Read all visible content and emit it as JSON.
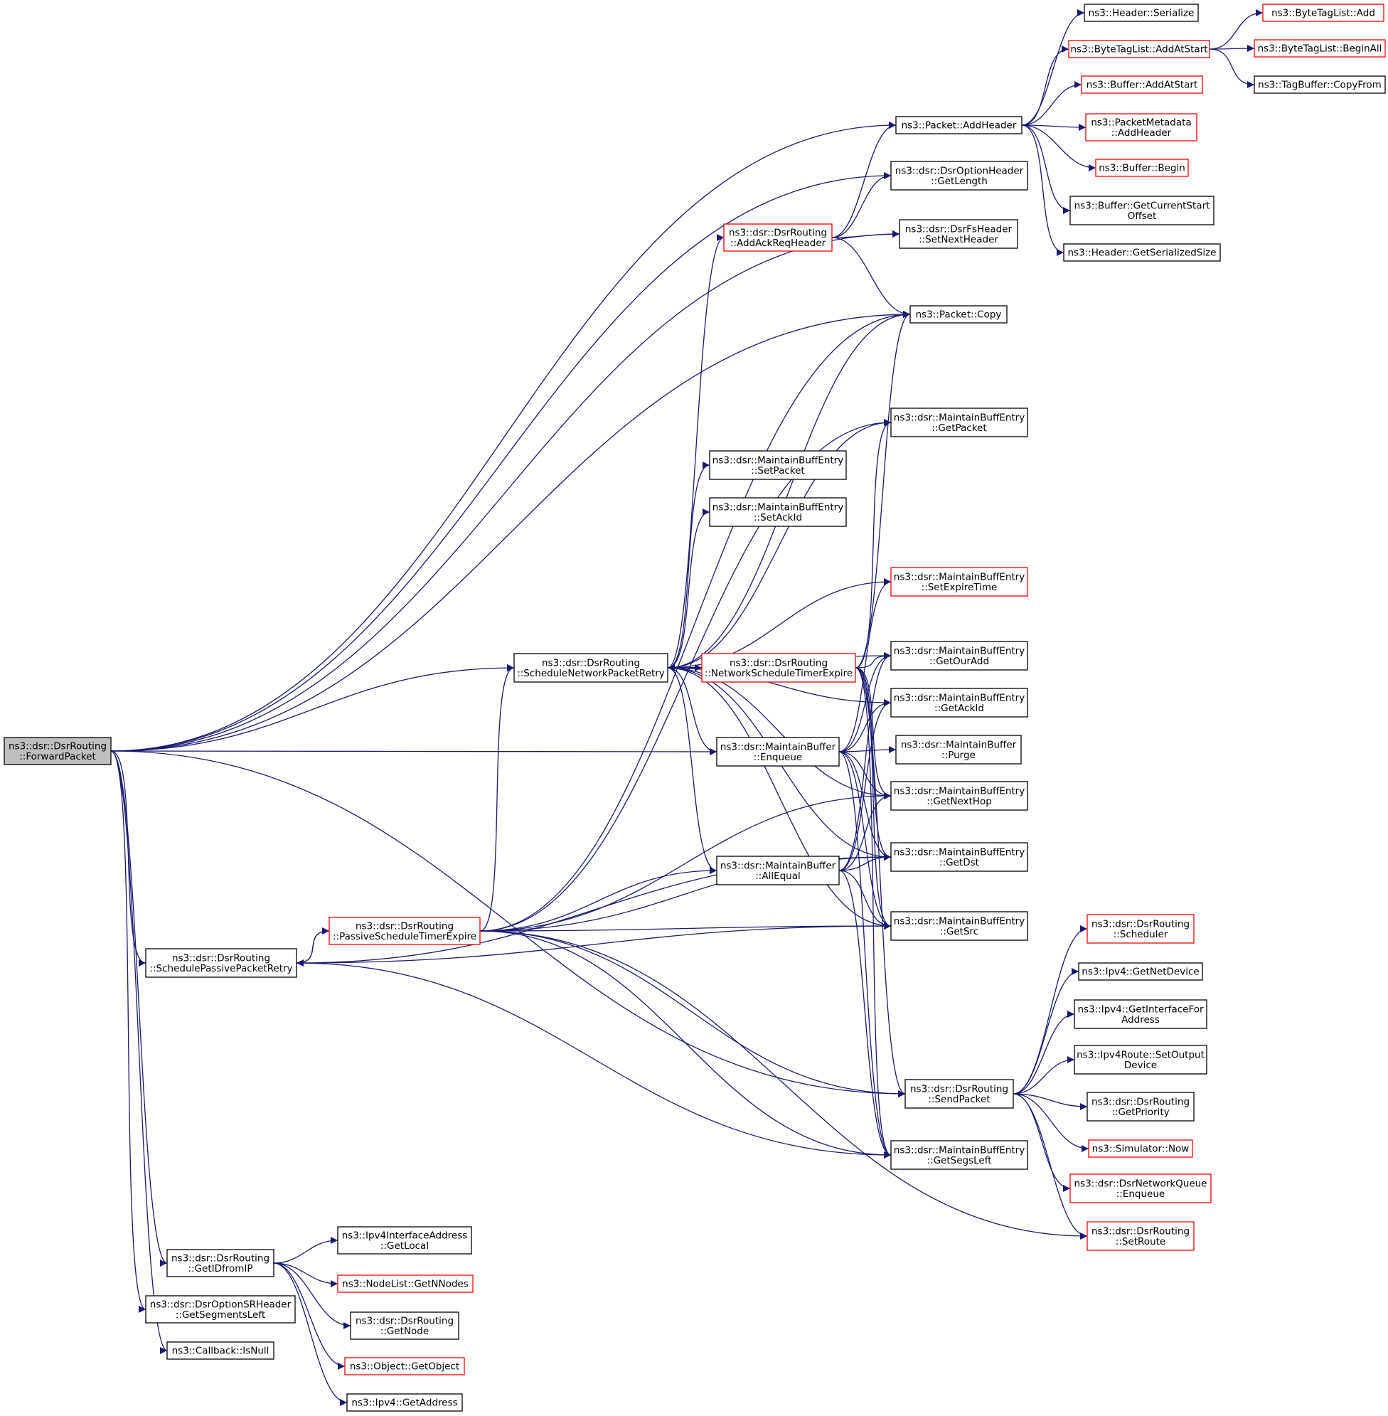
{
  "colors": {
    "edge": "#191970",
    "border_default": "#000000",
    "border_red": "#ff0000",
    "root_fill": "#bfbfbf",
    "node_fill": "#ffffff"
  },
  "nodes": [
    {
      "id": "forwardpacket",
      "lines": [
        "ns3::dsr::DsrRouting",
        "::ForwardPacket"
      ],
      "style": "root"
    },
    {
      "id": "schedulepassivepacketretry",
      "lines": [
        "ns3::dsr::DsrRouting",
        "::SchedulePassivePacketRetry"
      ],
      "style": "black"
    },
    {
      "id": "getidfromip",
      "lines": [
        "ns3::dsr::DsrRouting",
        "::GetIDfromIP"
      ],
      "style": "black"
    },
    {
      "id": "getsegmentsleft-sr",
      "lines": [
        "ns3::dsr::DsrOptionSRHeader",
        "::GetSegmentsLeft"
      ],
      "style": "black"
    },
    {
      "id": "callback-isnull",
      "lines": [
        "ns3::Callback::IsNull"
      ],
      "style": "black"
    },
    {
      "id": "passivescheduletimerexpire",
      "lines": [
        "ns3::dsr::DsrRouting",
        "::PassiveScheduleTimerExpire"
      ],
      "style": "red"
    },
    {
      "id": "getlocal",
      "lines": [
        "ns3::Ipv4InterfaceAddress",
        "::GetLocal"
      ],
      "style": "black"
    },
    {
      "id": "getnnodes",
      "lines": [
        "ns3::NodeList::GetNNodes"
      ],
      "style": "red"
    },
    {
      "id": "getnode",
      "lines": [
        "ns3::dsr::DsrRouting",
        "::GetNode"
      ],
      "style": "black"
    },
    {
      "id": "getobject",
      "lines": [
        "ns3::Object::GetObject"
      ],
      "style": "red"
    },
    {
      "id": "getaddress",
      "lines": [
        "ns3::Ipv4::GetAddress"
      ],
      "style": "black"
    },
    {
      "id": "schedulenetworkpacketretry",
      "lines": [
        "ns3::dsr::DsrRouting",
        "::ScheduleNetworkPacketRetry"
      ],
      "style": "black"
    },
    {
      "id": "mb-enqueue",
      "lines": [
        "ns3::dsr::MaintainBuffer",
        "::Enqueue"
      ],
      "style": "black"
    },
    {
      "id": "mb-allequal",
      "lines": [
        "ns3::dsr::MaintainBuffer",
        "::AllEqual"
      ],
      "style": "black"
    },
    {
      "id": "addackreqheader",
      "lines": [
        "ns3::dsr::DsrRouting",
        "::AddAckReqHeader"
      ],
      "style": "red"
    },
    {
      "id": "mbe-setpacket",
      "lines": [
        "ns3::dsr::MaintainBuffEntry",
        "::SetPacket"
      ],
      "style": "black"
    },
    {
      "id": "mbe-setackid",
      "lines": [
        "ns3::dsr::MaintainBuffEntry",
        "::SetAckId"
      ],
      "style": "black"
    },
    {
      "id": "networkscheduletimerexpire",
      "lines": [
        "ns3::dsr::DsrRouting",
        "::NetworkScheduleTimerExpire"
      ],
      "style": "red"
    },
    {
      "id": "packet-addheader",
      "lines": [
        "ns3::Packet::AddHeader"
      ],
      "style": "black"
    },
    {
      "id": "dsroptionheader-getlength",
      "lines": [
        "ns3::dsr::DsrOptionHeader",
        "::GetLength"
      ],
      "style": "black"
    },
    {
      "id": "dsrfsheader-setnextheader",
      "lines": [
        "ns3::dsr::DsrFsHeader",
        "::SetNextHeader"
      ],
      "style": "black"
    },
    {
      "id": "packet-copy",
      "lines": [
        "ns3::Packet::Copy"
      ],
      "style": "black"
    },
    {
      "id": "mbe-getpacket",
      "lines": [
        "ns3::dsr::MaintainBuffEntry",
        "::GetPacket"
      ],
      "style": "black"
    },
    {
      "id": "mbe-setexpiretime",
      "lines": [
        "ns3::dsr::MaintainBuffEntry",
        "::SetExpireTime"
      ],
      "style": "red"
    },
    {
      "id": "mbe-getouradd",
      "lines": [
        "ns3::dsr::MaintainBuffEntry",
        "::GetOurAdd"
      ],
      "style": "black"
    },
    {
      "id": "mbe-getackid",
      "lines": [
        "ns3::dsr::MaintainBuffEntry",
        "::GetAckId"
      ],
      "style": "black"
    },
    {
      "id": "mb-purge",
      "lines": [
        "ns3::dsr::MaintainBuffer",
        "::Purge"
      ],
      "style": "black"
    },
    {
      "id": "mbe-getnexthop",
      "lines": [
        "ns3::dsr::MaintainBuffEntry",
        "::GetNextHop"
      ],
      "style": "black"
    },
    {
      "id": "mbe-getdst",
      "lines": [
        "ns3::dsr::MaintainBuffEntry",
        "::GetDst"
      ],
      "style": "black"
    },
    {
      "id": "mbe-getsrc",
      "lines": [
        "ns3::dsr::MaintainBuffEntry",
        "::GetSrc"
      ],
      "style": "black"
    },
    {
      "id": "sendpacket",
      "lines": [
        "ns3::dsr::DsrRouting",
        "::SendPacket"
      ],
      "style": "black"
    },
    {
      "id": "mbe-getsegsleft",
      "lines": [
        "ns3::dsr::MaintainBuffEntry",
        "::GetSegsLeft"
      ],
      "style": "black"
    },
    {
      "id": "header-serialize",
      "lines": [
        "ns3::Header::Serialize"
      ],
      "style": "black"
    },
    {
      "id": "bytetaglist-addatstart",
      "lines": [
        "ns3::ByteTagList::AddAtStart"
      ],
      "style": "red"
    },
    {
      "id": "buffer-addatstart",
      "lines": [
        "ns3::Buffer::AddAtStart"
      ],
      "style": "red"
    },
    {
      "id": "packetmetadata-addheader",
      "lines": [
        "ns3::PacketMetadata",
        "::AddHeader"
      ],
      "style": "red"
    },
    {
      "id": "buffer-begin",
      "lines": [
        "ns3::Buffer::Begin"
      ],
      "style": "red"
    },
    {
      "id": "buffer-getcurrentstartoffset",
      "lines": [
        "ns3::Buffer::GetCurrentStart",
        "Offset"
      ],
      "style": "black"
    },
    {
      "id": "header-getserializedsize",
      "lines": [
        "ns3::Header::GetSerializedSize"
      ],
      "style": "black"
    },
    {
      "id": "dsrrouting-scheduler",
      "lines": [
        "ns3::dsr::DsrRouting",
        "::Scheduler"
      ],
      "style": "red"
    },
    {
      "id": "ipv4-getnetdevice",
      "lines": [
        "ns3::Ipv4::GetNetDevice"
      ],
      "style": "black"
    },
    {
      "id": "ipv4-getinterfaceforaddress",
      "lines": [
        "ns3::Ipv4::GetInterfaceFor",
        "Address"
      ],
      "style": "black"
    },
    {
      "id": "ipv4route-setoutputdevice",
      "lines": [
        "ns3::Ipv4Route::SetOutput",
        "Device"
      ],
      "style": "black"
    },
    {
      "id": "dsrrouting-getpriority",
      "lines": [
        "ns3::dsr::DsrRouting",
        "::GetPriority"
      ],
      "style": "black"
    },
    {
      "id": "simulator-now",
      "lines": [
        "ns3::Simulator::Now"
      ],
      "style": "red"
    },
    {
      "id": "dsrnetworkqueue-enqueue",
      "lines": [
        "ns3::dsr::DsrNetworkQueue",
        "::Enqueue"
      ],
      "style": "red"
    },
    {
      "id": "dsrrouting-setroute",
      "lines": [
        "ns3::dsr::DsrRouting",
        "::SetRoute"
      ],
      "style": "red"
    },
    {
      "id": "bytetaglist-add",
      "lines": [
        "ns3::ByteTagList::Add"
      ],
      "style": "red"
    },
    {
      "id": "bytetaglist-beginall",
      "lines": [
        "ns3::ByteTagList::BeginAll"
      ],
      "style": "red"
    },
    {
      "id": "tagbuffer-copyfrom",
      "lines": [
        "ns3::TagBuffer::CopyFrom"
      ],
      "style": "black"
    }
  ],
  "edges": [
    [
      "forwardpacket",
      "packet-addheader"
    ],
    [
      "forwardpacket",
      "dsroptionheader-getlength"
    ],
    [
      "forwardpacket",
      "dsrfsheader-setnextheader"
    ],
    [
      "forwardpacket",
      "packet-copy"
    ],
    [
      "forwardpacket",
      "schedulenetworkpacketretry"
    ],
    [
      "forwardpacket",
      "mb-enqueue"
    ],
    [
      "forwardpacket",
      "schedulepassivepacketretry"
    ],
    [
      "forwardpacket",
      "sendpacket"
    ],
    [
      "forwardpacket",
      "getidfromip"
    ],
    [
      "forwardpacket",
      "getsegmentsleft-sr"
    ],
    [
      "forwardpacket",
      "callback-isnull"
    ],
    [
      "schedulepassivepacketretry",
      "passivescheduletimerexpire"
    ],
    [
      "schedulepassivepacketretry",
      "mbe-getdst"
    ],
    [
      "schedulepassivepacketretry",
      "mbe-getsrc"
    ],
    [
      "schedulepassivepacketretry",
      "mbe-getsegsleft"
    ],
    [
      "passivescheduletimerexpire",
      "schedulepassivepacketretry"
    ],
    [
      "passivescheduletimerexpire",
      "schedulenetworkpacketretry"
    ],
    [
      "passivescheduletimerexpire",
      "mb-allequal"
    ],
    [
      "passivescheduletimerexpire",
      "packet-copy"
    ],
    [
      "passivescheduletimerexpire",
      "mbe-getpacket"
    ],
    [
      "passivescheduletimerexpire",
      "mbe-getnexthop"
    ],
    [
      "passivescheduletimerexpire",
      "mbe-getdst"
    ],
    [
      "passivescheduletimerexpire",
      "mbe-getsrc"
    ],
    [
      "passivescheduletimerexpire",
      "sendpacket"
    ],
    [
      "passivescheduletimerexpire",
      "mbe-getsegsleft"
    ],
    [
      "passivescheduletimerexpire",
      "dsrrouting-setroute"
    ],
    [
      "getidfromip",
      "getlocal"
    ],
    [
      "getidfromip",
      "getnnodes"
    ],
    [
      "getidfromip",
      "getnode"
    ],
    [
      "getidfromip",
      "getobject"
    ],
    [
      "getidfromip",
      "getaddress"
    ],
    [
      "schedulenetworkpacketretry",
      "addackreqheader"
    ],
    [
      "schedulenetworkpacketretry",
      "packet-copy"
    ],
    [
      "schedulenetworkpacketretry",
      "mbe-getpacket"
    ],
    [
      "schedulenetworkpacketretry",
      "mbe-setpacket"
    ],
    [
      "schedulenetworkpacketretry",
      "mbe-setackid"
    ],
    [
      "schedulenetworkpacketretry",
      "mbe-setexpiretime"
    ],
    [
      "schedulenetworkpacketretry",
      "mbe-getouradd"
    ],
    [
      "schedulenetworkpacketretry",
      "mbe-getackid"
    ],
    [
      "schedulenetworkpacketretry",
      "networkscheduletimerexpire"
    ],
    [
      "schedulenetworkpacketretry",
      "mb-enqueue"
    ],
    [
      "schedulenetworkpacketretry",
      "mb-allequal"
    ],
    [
      "schedulenetworkpacketretry",
      "mbe-getnexthop"
    ],
    [
      "schedulenetworkpacketretry",
      "mbe-getdst"
    ],
    [
      "schedulenetworkpacketretry",
      "mbe-getsrc"
    ],
    [
      "networkscheduletimerexpire",
      "schedulenetworkpacketretry"
    ],
    [
      "networkscheduletimerexpire",
      "packet-copy"
    ],
    [
      "networkscheduletimerexpire",
      "mbe-getpacket"
    ],
    [
      "networkscheduletimerexpire",
      "mbe-getouradd"
    ],
    [
      "networkscheduletimerexpire",
      "mbe-getnexthop"
    ],
    [
      "networkscheduletimerexpire",
      "mbe-getdst"
    ],
    [
      "networkscheduletimerexpire",
      "mbe-getsrc"
    ],
    [
      "networkscheduletimerexpire",
      "sendpacket"
    ],
    [
      "networkscheduletimerexpire",
      "mbe-getsegsleft"
    ],
    [
      "addackreqheader",
      "packet-addheader"
    ],
    [
      "addackreqheader",
      "dsroptionheader-getlength"
    ],
    [
      "addackreqheader",
      "dsrfsheader-setnextheader"
    ],
    [
      "addackreqheader",
      "packet-copy"
    ],
    [
      "mb-enqueue",
      "mb-purge"
    ],
    [
      "mb-enqueue",
      "mbe-getouradd"
    ],
    [
      "mb-enqueue",
      "mbe-getackid"
    ],
    [
      "mb-enqueue",
      "mbe-getnexthop"
    ],
    [
      "mb-enqueue",
      "mbe-getdst"
    ],
    [
      "mb-enqueue",
      "mbe-getsrc"
    ],
    [
      "mb-enqueue",
      "mbe-getsegsleft"
    ],
    [
      "mb-enqueue",
      "mbe-setexpiretime"
    ],
    [
      "mb-allequal",
      "mbe-getouradd"
    ],
    [
      "mb-allequal",
      "mbe-getackid"
    ],
    [
      "mb-allequal",
      "mbe-getnexthop"
    ],
    [
      "mb-allequal",
      "mbe-getdst"
    ],
    [
      "mb-allequal",
      "mbe-getsrc"
    ],
    [
      "mb-allequal",
      "mbe-getsegsleft"
    ],
    [
      "packet-addheader",
      "header-serialize"
    ],
    [
      "packet-addheader",
      "bytetaglist-addatstart"
    ],
    [
      "packet-addheader",
      "buffer-addatstart"
    ],
    [
      "packet-addheader",
      "packetmetadata-addheader"
    ],
    [
      "packet-addheader",
      "buffer-begin"
    ],
    [
      "packet-addheader",
      "buffer-getcurrentstartoffset"
    ],
    [
      "packet-addheader",
      "header-getserializedsize"
    ],
    [
      "bytetaglist-addatstart",
      "bytetaglist-add"
    ],
    [
      "bytetaglist-addatstart",
      "bytetaglist-beginall"
    ],
    [
      "bytetaglist-addatstart",
      "tagbuffer-copyfrom"
    ],
    [
      "sendpacket",
      "dsrrouting-scheduler"
    ],
    [
      "sendpacket",
      "ipv4-getnetdevice"
    ],
    [
      "sendpacket",
      "ipv4-getinterfaceforaddress"
    ],
    [
      "sendpacket",
      "ipv4route-setoutputdevice"
    ],
    [
      "sendpacket",
      "dsrrouting-getpriority"
    ],
    [
      "sendpacket",
      "simulator-now"
    ],
    [
      "sendpacket",
      "dsrnetworkqueue-enqueue"
    ],
    [
      "sendpacket",
      "dsrrouting-setroute"
    ]
  ]
}
